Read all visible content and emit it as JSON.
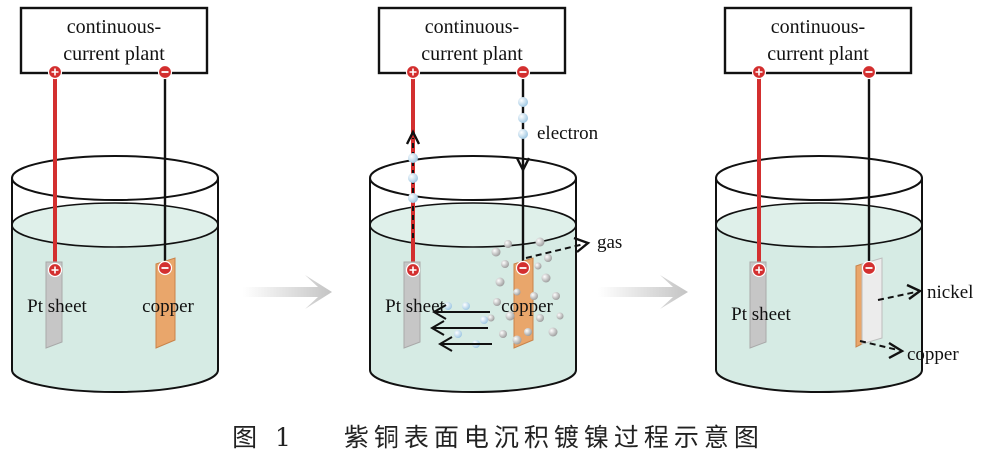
{
  "panels": [
    {
      "plant_label_line1": "continuous-",
      "plant_label_line2": "current plant",
      "left_electrode_label": "Pt sheet",
      "right_electrode_label": "copper"
    },
    {
      "plant_label_line1": "continuous-",
      "plant_label_line2": "current plant",
      "left_electrode_label": "Pt sheet",
      "right_electrode_label": "copper",
      "electron_label": "electron",
      "gas_label": "gas"
    },
    {
      "plant_label_line1": "continuous-",
      "plant_label_line2": "current plant",
      "left_electrode_label": "Pt sheet",
      "nickel_label": "nickel",
      "copper_label": "copper"
    }
  ],
  "caption": {
    "figure_number": "图 1",
    "title": "紫铜表面电沉积镀镍过程示意图"
  },
  "colors": {
    "positive_wire": "#d32f2f",
    "negative_wire": "#111111",
    "solution": "#d6ebe4",
    "copper": "#e9a66b",
    "nickel": "#ececec",
    "electron": "#bfdcee",
    "gas": "#b8b8b8",
    "process_arrow": "#c9c9c9"
  }
}
